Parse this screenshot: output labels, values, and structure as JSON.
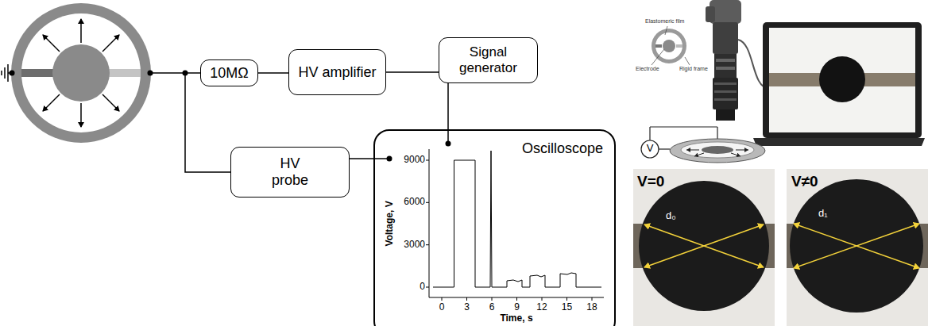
{
  "diagram": {
    "nodes": [
      {
        "text": [
          "10MΩ"
        ]
      },
      {
        "text": [
          "HV amplifier"
        ]
      },
      {
        "text": [
          "Signal generator"
        ]
      },
      {
        "text": [
          "HV probe"
        ]
      },
      {
        "text": [
          "Oscilloscope"
        ]
      }
    ],
    "edges": [
      {
        "from": 0,
        "to": 1,
        "arrow": "none"
      },
      {
        "from": 1,
        "to": 2,
        "arrow": "none"
      },
      {
        "from": 0,
        "to": 3,
        "arrow": "none"
      },
      {
        "from": 3,
        "to": 4,
        "arrow": "none"
      },
      {
        "from": 2,
        "to": 4,
        "arrow": "none"
      }
    ],
    "labels": [
      "Voltage, V",
      "9000",
      "6000",
      "3000",
      "0",
      "0",
      "3",
      "6",
      "9",
      "12",
      "15",
      "18",
      "Time, s",
      "Elastomeric film",
      "Electrode",
      "Rigid frame",
      "V",
      "V=0",
      "V≠0",
      "d₀",
      "d₁"
    ]
  }
}
